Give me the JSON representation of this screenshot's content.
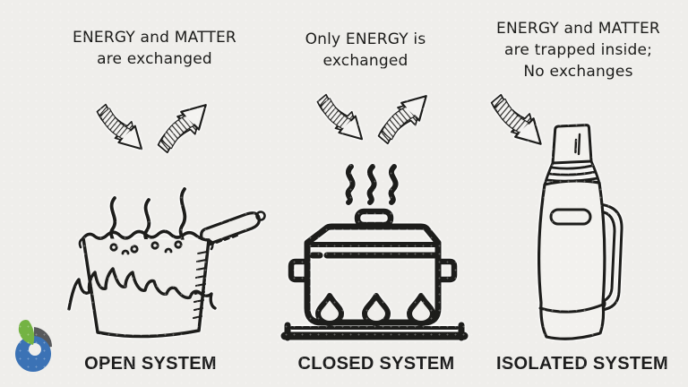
{
  "colors": {
    "background": "#efeeeb",
    "ink": "#1d1d1b",
    "logo_green": "#74b343",
    "logo_gray": "#58595b",
    "logo_blue": "#3b72b5"
  },
  "panels": [
    {
      "name": "open-system",
      "caption_lines": [
        "ENERGY and MATTER",
        "are exchanged"
      ],
      "label": "OPEN SYSTEM",
      "illustration": "boiling-pan-on-fire-icon",
      "arrows": [
        "arrow-down-right-icon",
        "arrow-up-right-icon"
      ]
    },
    {
      "name": "closed-system",
      "caption_lines": [
        "Only ENERGY is",
        "exchanged"
      ],
      "label": "CLOSED SYSTEM",
      "illustration": "covered-pot-on-stove-icon",
      "arrows": [
        "arrow-down-right-icon",
        "arrow-up-right-icon"
      ]
    },
    {
      "name": "isolated-system",
      "caption_lines": [
        "ENERGY and MATTER",
        "are trapped inside;",
        "No exchanges"
      ],
      "label": "ISOLATED SYSTEM",
      "illustration": "thermos-flask-icon",
      "arrows": [
        "arrow-down-right-icon"
      ]
    }
  ],
  "logo": {
    "name": "brand-logo"
  }
}
